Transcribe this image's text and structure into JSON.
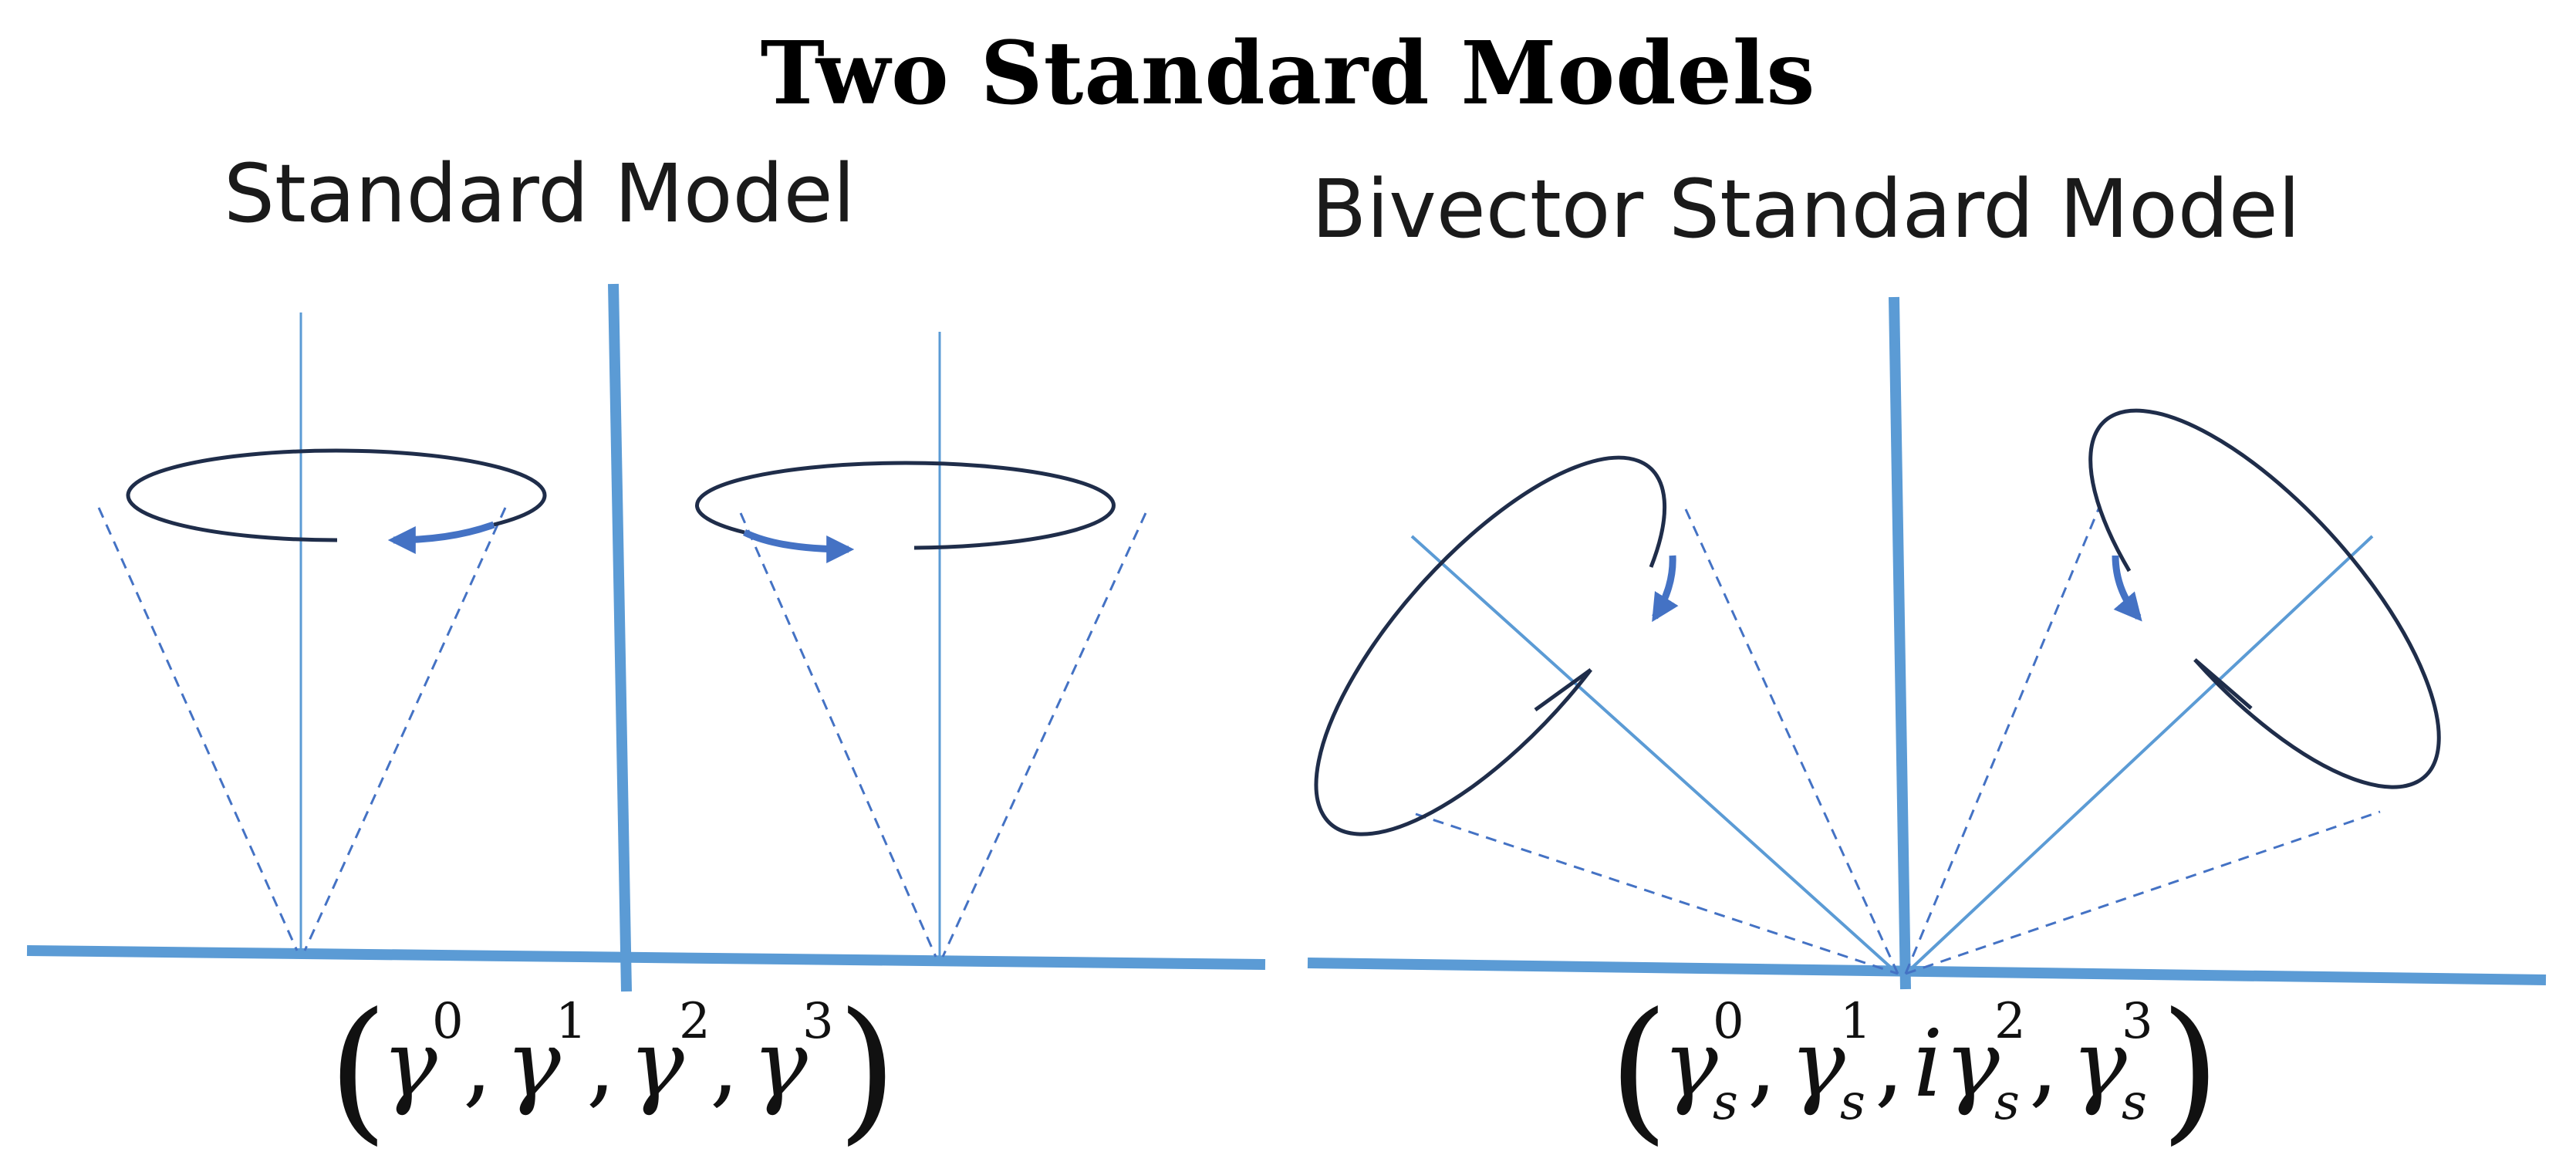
{
  "figure": {
    "title": "Two Standard Models",
    "colors": {
      "axis": "#5b9bd5",
      "ring": "#1f2d4a",
      "arrow": "#4472c4",
      "dashed": "#4472c4"
    }
  },
  "panels": [
    {
      "subtitle": "Standard Model",
      "formula": {
        "open": "(",
        "close": ")",
        "terms": [
          {
            "base": "γ",
            "sup": "0"
          },
          {
            "base": "γ",
            "sup": "1"
          },
          {
            "base": "γ",
            "sup": "2"
          },
          {
            "base": "γ",
            "sup": "3"
          }
        ],
        "separator": ","
      }
    },
    {
      "subtitle": "Bivector Standard Model",
      "formula": {
        "open": "(",
        "close": ")",
        "terms": [
          {
            "pre": "",
            "base": "γ",
            "sup": "0",
            "sub": "s"
          },
          {
            "pre": "",
            "base": "γ",
            "sup": "1",
            "sub": "s"
          },
          {
            "pre": "i",
            "base": "γ",
            "sup": "2",
            "sub": "s"
          },
          {
            "pre": "",
            "base": "γ",
            "sup": "3",
            "sub": "s"
          }
        ],
        "separator": ","
      }
    }
  ]
}
